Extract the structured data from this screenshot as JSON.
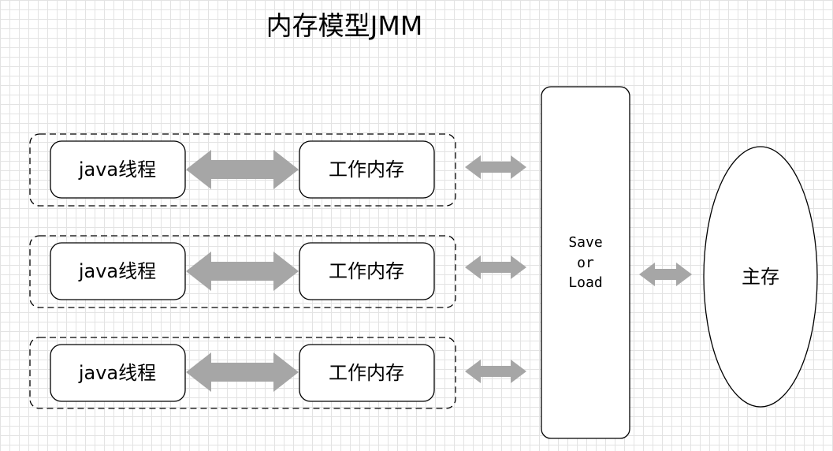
{
  "title": "内存模型JMM",
  "groups": [
    {
      "thread_label": "java线程",
      "memory_label": "工作内存"
    },
    {
      "thread_label": "java线程",
      "memory_label": "工作内存"
    },
    {
      "thread_label": "java线程",
      "memory_label": "工作内存"
    }
  ],
  "save_load": {
    "line1": "Save",
    "line2": "or",
    "line3": "Load"
  },
  "main_memory": {
    "label": "主存"
  },
  "colors": {
    "arrow": "#a6a6a6",
    "stroke": "#000000",
    "grid": "#e3e3e3"
  }
}
